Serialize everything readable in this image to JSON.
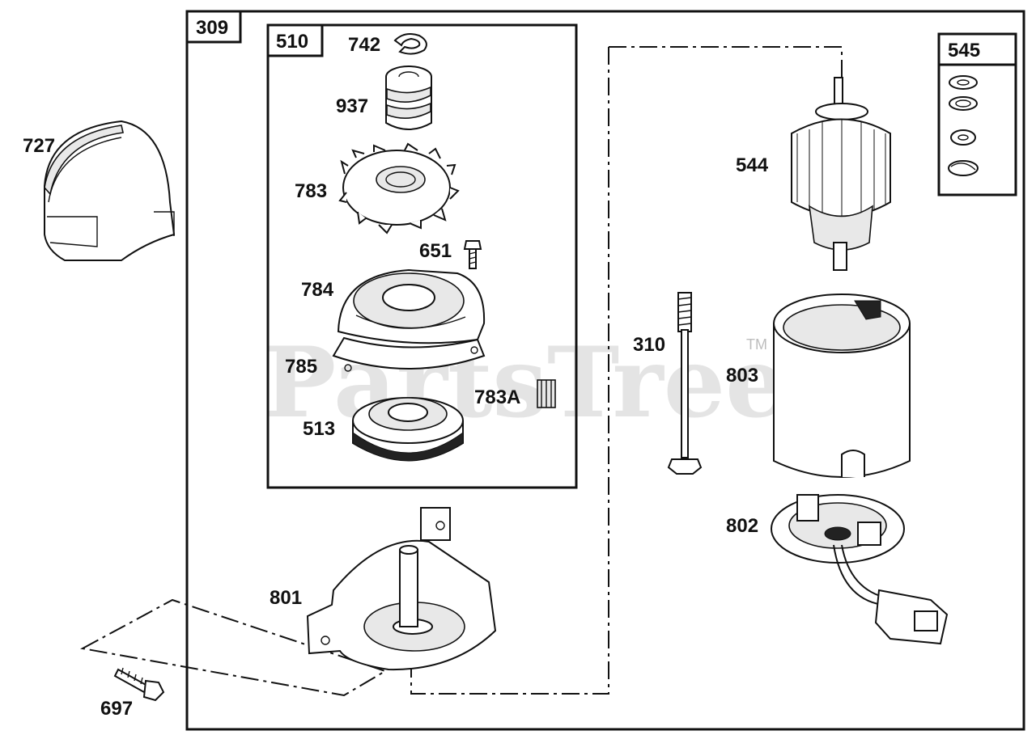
{
  "watermark": {
    "text": "PartsTree",
    "trademark": "TM"
  },
  "boxes": {
    "main": "309",
    "drive_kit": "510",
    "washer_kit": "545"
  },
  "parts": {
    "p727": "727",
    "p742": "742",
    "p937": "937",
    "p783": "783",
    "p651": "651",
    "p784": "784",
    "p785": "785",
    "p783a": "783A",
    "p513": "513",
    "p801": "801",
    "p697": "697",
    "p544": "544",
    "p310": "310",
    "p803": "803",
    "p802": "802"
  }
}
